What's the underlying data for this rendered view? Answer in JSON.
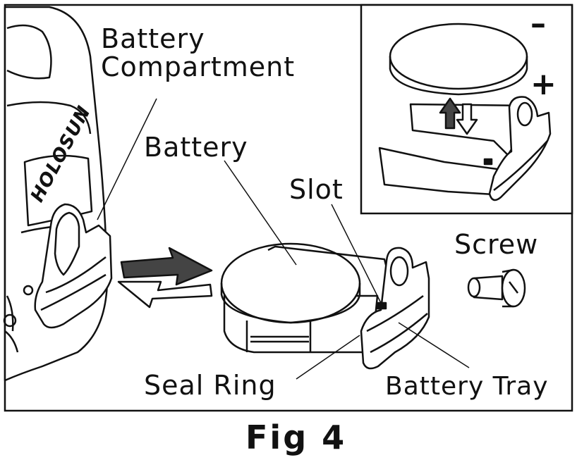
{
  "labels": {
    "battery_compartment_line1": "Battery",
    "battery_compartment_line2": "Compartment",
    "battery": "Battery",
    "slot": "Slot",
    "screw": "Screw",
    "seal_ring": "Seal Ring",
    "battery_tray": "Battery Tray"
  },
  "inset": {
    "negative_sign": "–",
    "positive_sign": "+"
  },
  "brand_mark": "HOLOSUN",
  "caption": "Fig 4"
}
